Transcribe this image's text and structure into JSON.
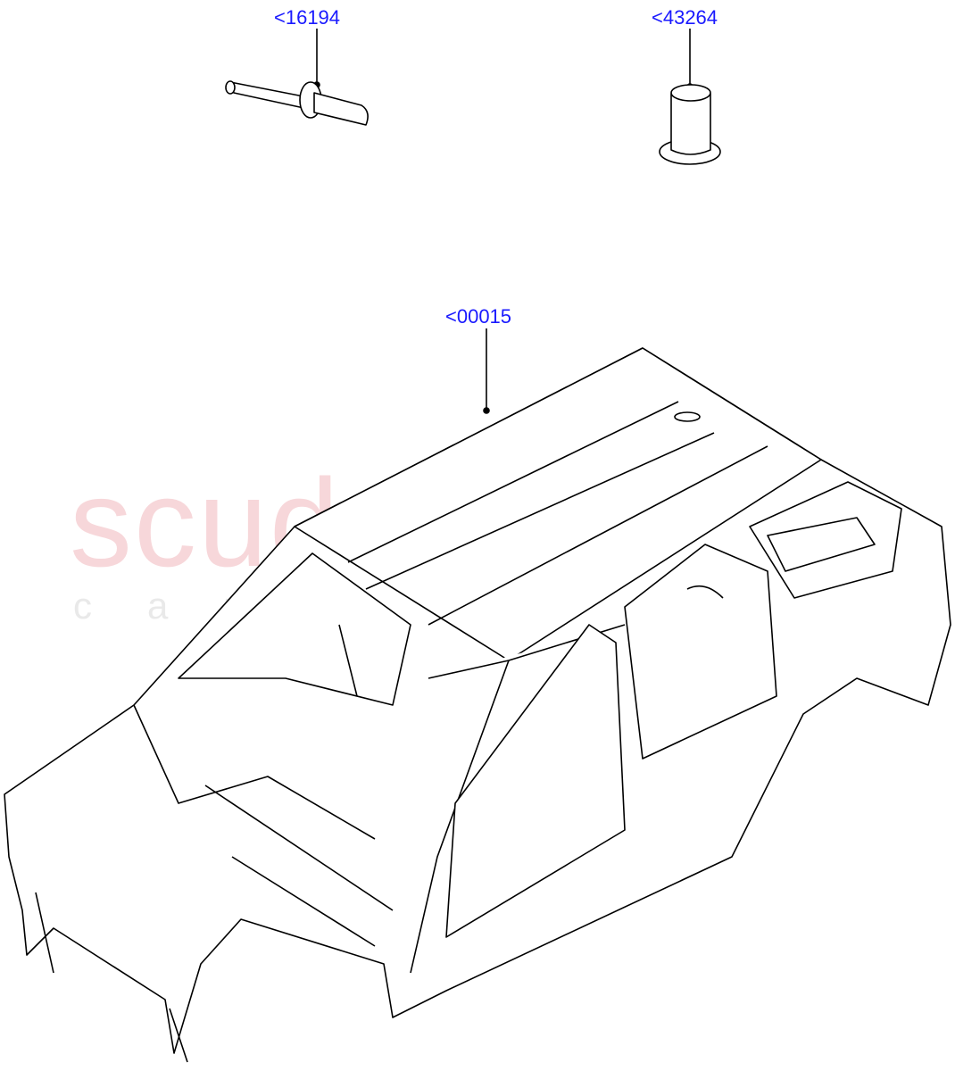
{
  "diagram": {
    "callouts": [
      {
        "label": "<16194",
        "part": "rivet"
      },
      {
        "label": "<43264",
        "part": "rivet-nut"
      },
      {
        "label": "<00015",
        "part": "body-shell"
      }
    ],
    "watermark": {
      "main": "scuderia",
      "sub": "car parts"
    },
    "colors": {
      "callout": "#1a1aff",
      "line": "#000000",
      "watermark": "#f2b8bc"
    }
  }
}
